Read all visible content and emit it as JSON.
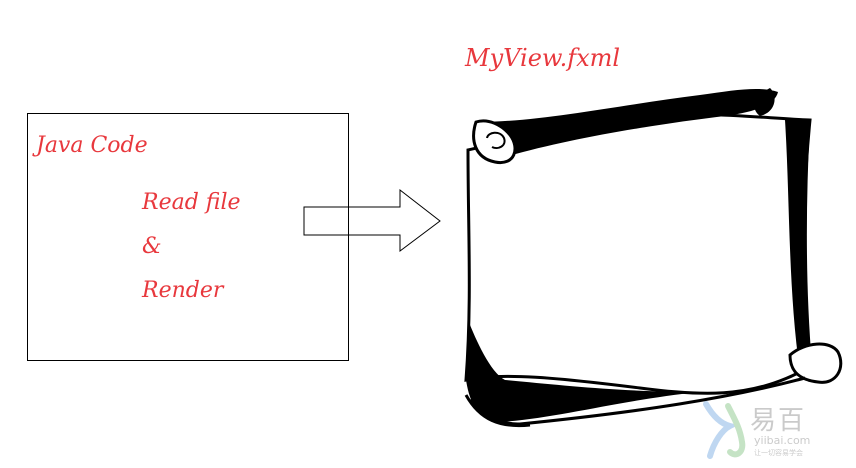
{
  "java_box": {
    "title": "Java Code",
    "line1": "Read file",
    "line2": "&",
    "line3": "Render"
  },
  "scroll": {
    "title": "MyView.fxml"
  },
  "watermark": {
    "name_cn": "易百",
    "url": "yiibai.com",
    "slogan": "让一切容易学会"
  },
  "colors": {
    "text_accent": "#e8383d",
    "stroke": "#000000"
  }
}
